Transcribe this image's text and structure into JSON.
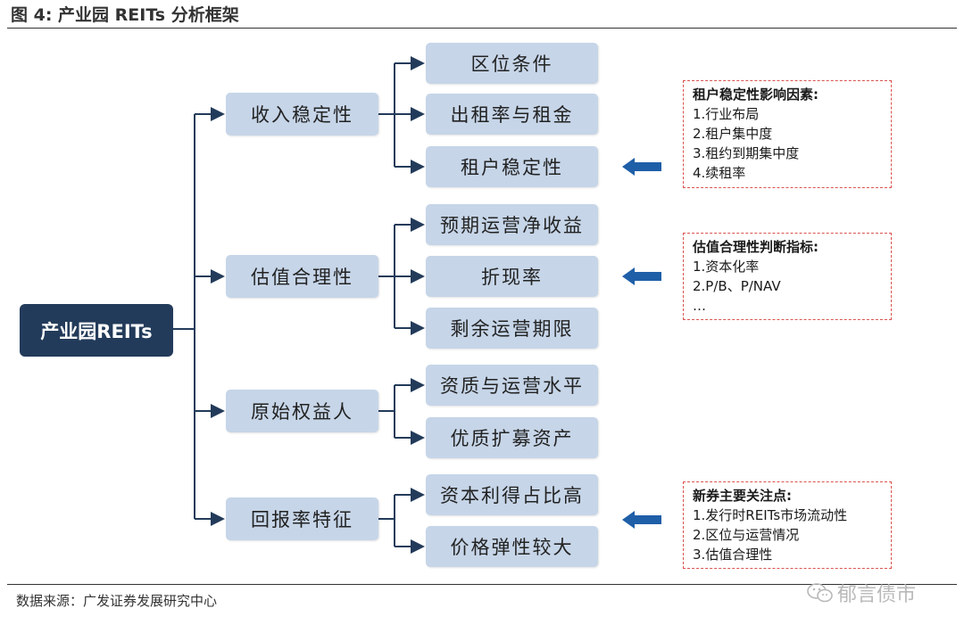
{
  "title": "图 4:  产业园 REITs 分析框架",
  "root": "产业园REITs",
  "level1": [
    "收入稳定性",
    "估值合理性",
    "原始权益人",
    "回报率特征"
  ],
  "level2": [
    [
      "区位条件",
      "出租率与租金",
      "租户稳定性"
    ],
    [
      "预期运营净收益",
      "折现率",
      "剩余运营期限"
    ],
    [
      "资质与运营水平",
      "优质扩募资产"
    ],
    [
      "资本利得占比高",
      "价格弹性较大"
    ]
  ],
  "notes": [
    {
      "title": "租户稳定性影响因素:",
      "items": [
        "1.行业布局",
        "2.租户集中度",
        "3.租约到期集中度",
        "4.续租率"
      ]
    },
    {
      "title": "估值合理性判断指标:",
      "items": [
        "1.资本化率",
        "2.P/B、P/NAV",
        "…"
      ]
    },
    {
      "title": "新券主要关注点:",
      "items": [
        "1.发行时REITs市场流动性",
        "2.区位与运营情况",
        "3.估值合理性"
      ]
    }
  ],
  "source": "数据来源：广发证券发展研究中心",
  "watermark": "郁言债市",
  "colors": {
    "root": "#233b5a",
    "node": "#c6d5e8",
    "connector": "#233b5a",
    "note_border": "#d9534f",
    "pointer": "#1f5fa8"
  }
}
